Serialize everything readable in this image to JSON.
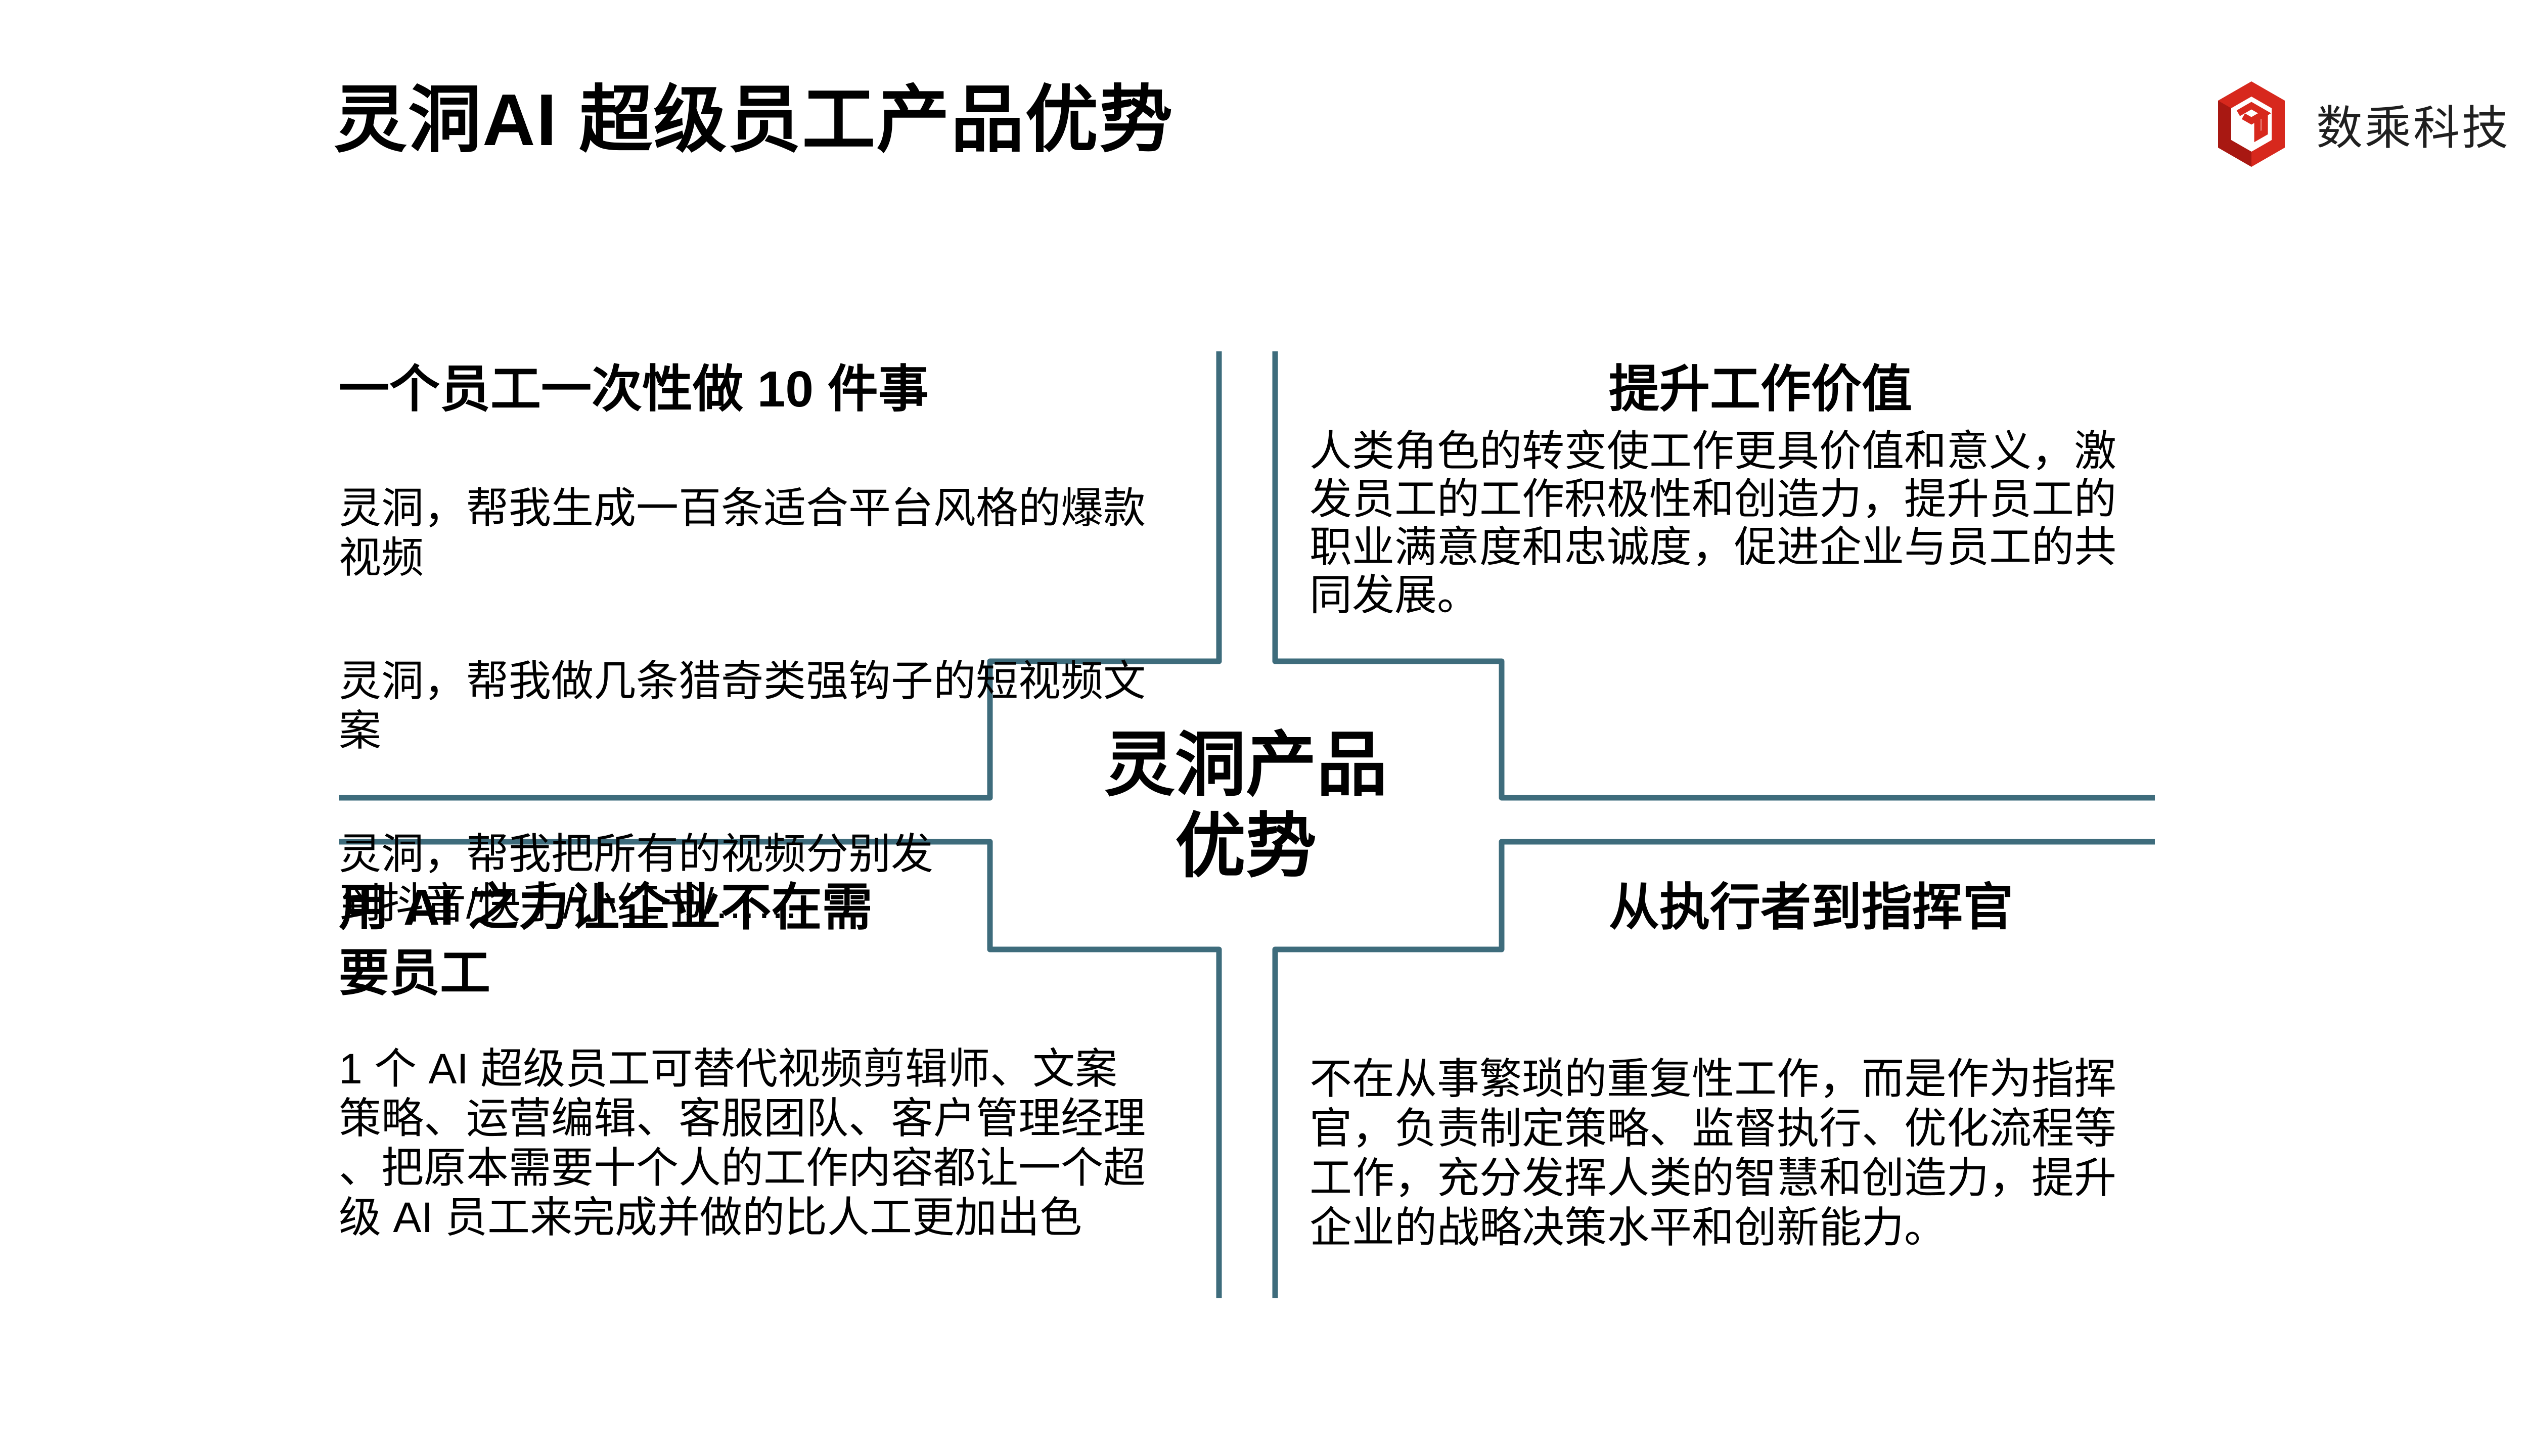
{
  "slide": {
    "title": "灵洞AI 超级员工产品优势",
    "background_color": "#ffffff"
  },
  "logo": {
    "company_name": "数乘科技",
    "primary_color": "#d7281d",
    "shadow_color": "#a81812",
    "text_color": "#1f1f1f"
  },
  "diagram": {
    "line_color": "#3e6c7c",
    "center_title": "灵洞产品\n优势",
    "quadrants": {
      "top_left": {
        "heading": "一个员工一次性做 10 件事",
        "paragraphs": [
          "灵洞，帮我生成一百条适合平台风格的爆款\n视频",
          "灵洞，帮我做几条猎奇类强钩子的短视频文\n案",
          "灵洞，帮我把所有的视频分别发\n到抖音/快手/小红书/……"
        ]
      },
      "top_right": {
        "heading": "提升工作价值",
        "body": "人类角色的转变使工作更具价值和意义，激\n发员工的工作积极性和创造力，提升员工的\n职业满意度和忠诚度，促进企业与员工的共\n同发展。"
      },
      "bottom_left": {
        "heading": "用 AI 之力让企业不在需\n要员工",
        "body": "1 个 AI 超级员工可替代视频剪辑师、文案\n策略、运营编辑、客服团队、客户管理经理\n、把原本需要十个人的工作内容都让一个超\n级 AI 员工来完成并做的比人工更加出色"
      },
      "bottom_right": {
        "heading": "从执行者到指挥官",
        "body": "不在从事繁琐的重复性工作，而是作为指挥\n官，负责制定策略、监督执行、优化流程等\n工作，充分发挥人类的智慧和创造力，提升\n企业的战略决策水平和创新能力。"
      }
    }
  }
}
